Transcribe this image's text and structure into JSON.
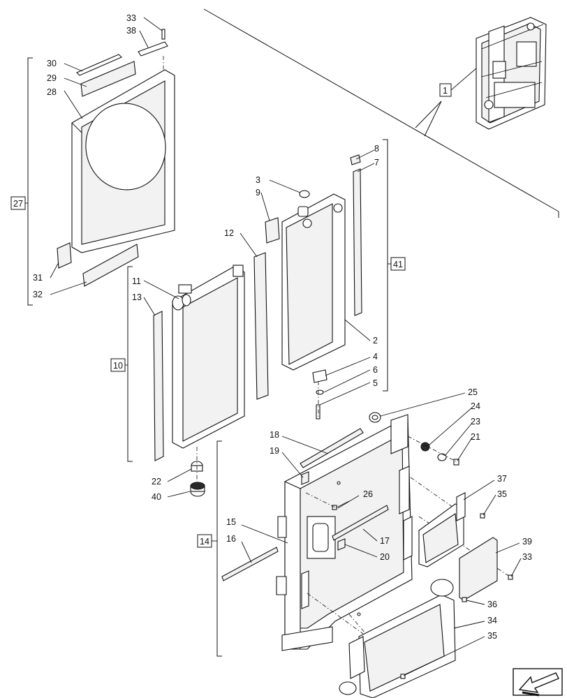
{
  "callouts": {
    "c33a": "33",
    "c38": "38",
    "c30": "30",
    "c29": "29",
    "c28": "28",
    "c27": "27",
    "c31": "31",
    "c32": "32",
    "c1": "1",
    "c8": "8",
    "c7": "7",
    "c3": "3",
    "c9": "9",
    "c41": "41",
    "c12": "12",
    "c2": "2",
    "c4": "4",
    "c6": "6",
    "c5": "5",
    "c11": "11",
    "c13": "13",
    "c10": "10",
    "c22": "22",
    "c40": "40",
    "c25": "25",
    "c24": "24",
    "c23": "23",
    "c21": "21",
    "c18": "18",
    "c19": "19",
    "c26": "26",
    "c37": "37",
    "c35a": "35",
    "c15": "15",
    "c14": "14",
    "c16": "16",
    "c17": "17",
    "c20": "20",
    "c39": "39",
    "c33b": "33",
    "c36": "36",
    "c34": "34",
    "c35b": "35"
  },
  "icons": {
    "nav": "arrow-icon"
  }
}
